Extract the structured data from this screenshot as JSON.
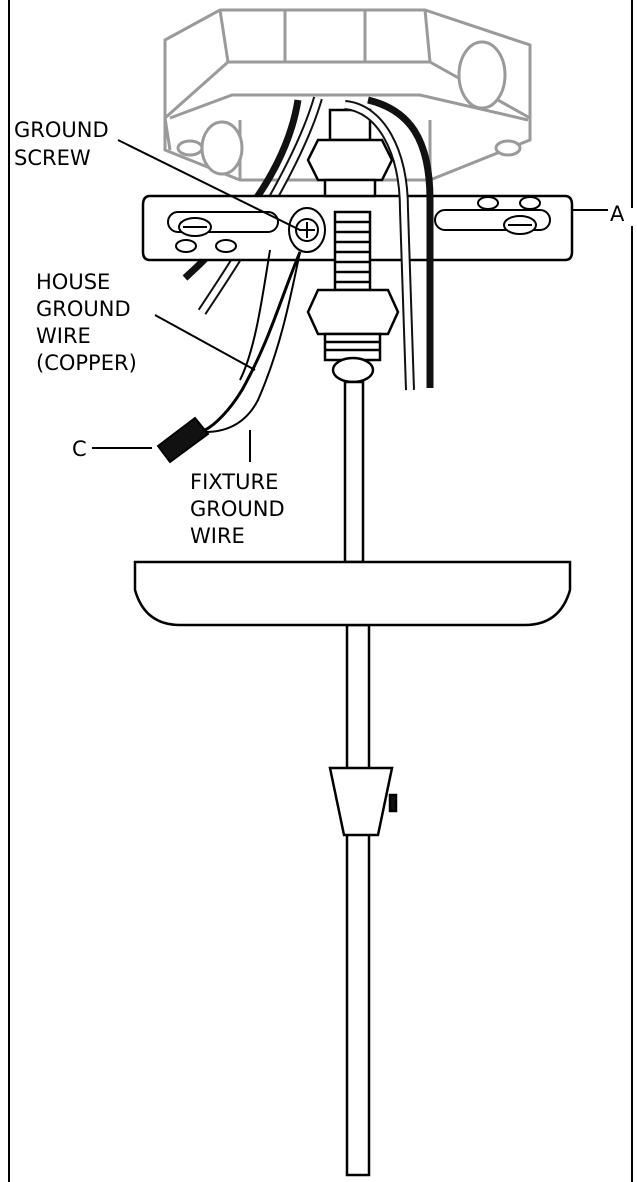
{
  "colors": {
    "background": "#ffffff",
    "outline": "#000000",
    "junction_box": "#9a9a9a",
    "wire_black": "#111111",
    "wire_white": "#ffffff",
    "wire_nut": "#111111"
  },
  "labels": {
    "ground_screw": [
      "GROUND",
      "SCREW"
    ],
    "part_a": "A",
    "house_ground_wire": [
      "HOUSE",
      "GROUND",
      "WIRE",
      "(COPPER)"
    ],
    "part_c": "C",
    "fixture_ground_wire": [
      "FIXTURE",
      "GROUND",
      "WIRE"
    ]
  },
  "icons": {
    "junction_box": "junction-box-icon",
    "mounting_bar": "crossbar-icon",
    "ground_screw": "green-ground-screw-icon",
    "wire_connector": "wire-nut-icon"
  }
}
